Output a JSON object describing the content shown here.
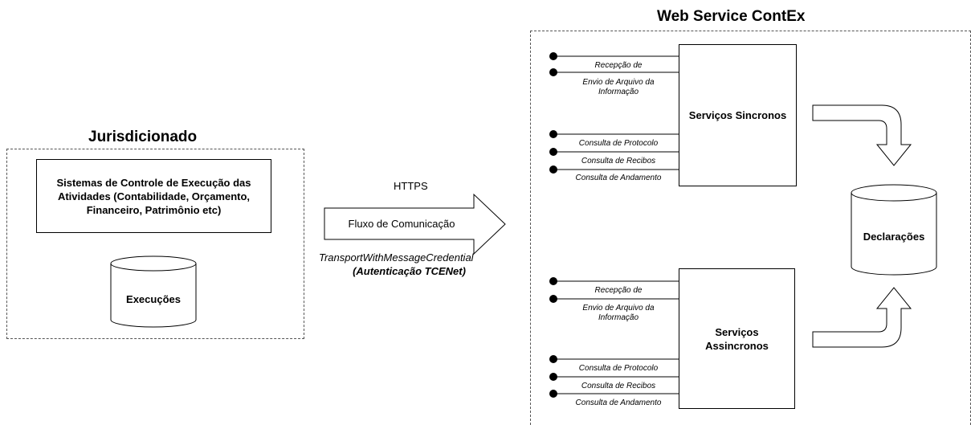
{
  "jurisdicionado": {
    "title": "Jurisdicionado",
    "systems_box": "Sistemas de Controle de Execução das Atividades (Contabilidade, Orçamento, Financeiro, Patrimônio etc)",
    "db_label": "Execuções"
  },
  "communication": {
    "protocol": "HTTPS",
    "arrow_label": "Fluxo de Comunicação",
    "security_mode": "TransportWithMessageCredential",
    "authentication": "(Autenticação TCENet)"
  },
  "web_service": {
    "title": "Web Service ContEx",
    "sync_box": "Serviços Sincronos",
    "async_box": "Serviços Assincronos",
    "db_label": "Declarações",
    "operations_sync": [
      "Recepção de",
      "Envio de Arquivo da Informação",
      "Consulta de Protocolo",
      "Consulta de Recibos",
      "Consulta de Andamento"
    ],
    "operations_async": [
      "Recepção de",
      "Envio de Arquivo da Informação",
      "Consulta de Protocolo",
      "Consulta de Recibos",
      "Consulta de Andamento"
    ]
  }
}
